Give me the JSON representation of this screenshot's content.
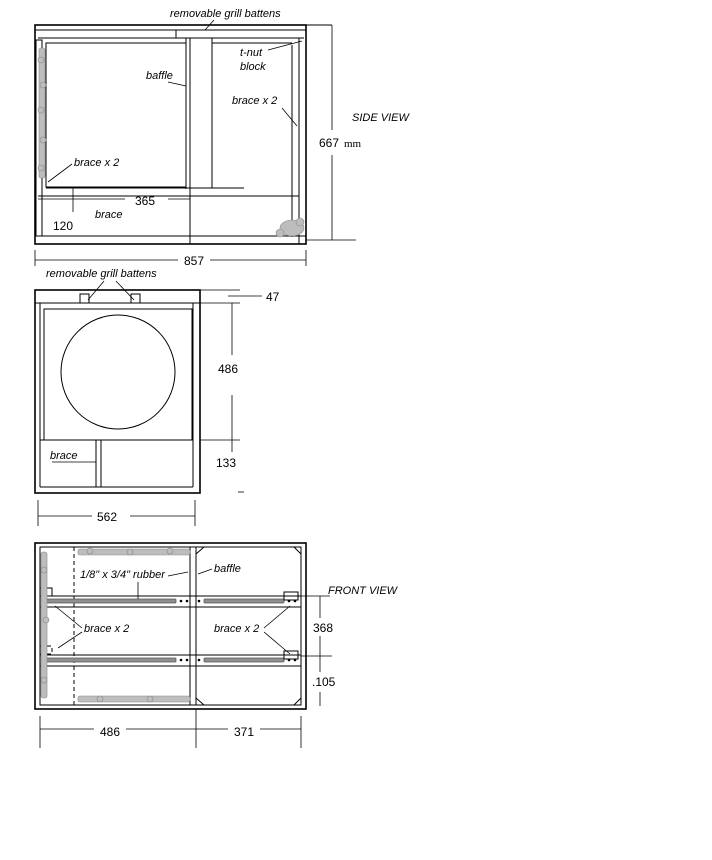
{
  "side_view": {
    "title": "SIDE VIEW",
    "labels": {
      "grill_battens": "removable grill battens",
      "tnut": "t-nut",
      "tnut_block": "block",
      "baffle": "baffle",
      "brace_x2_right": "brace x 2",
      "brace_x2_left": "brace x 2",
      "brace": "brace"
    },
    "dims": {
      "height": "667",
      "height_unit": "mm",
      "depth_365": "365",
      "depth_120": "120",
      "width": "857"
    }
  },
  "top_view": {
    "labels": {
      "grill_battens": "removable grill battens",
      "brace": "brace"
    },
    "dims": {
      "d47": "47",
      "d486": "486",
      "d133": "133",
      "d562": "562"
    }
  },
  "front_view": {
    "title": "FRONT VIEW",
    "labels": {
      "rubber": "1/8\" x 3/4\" rubber",
      "baffle": "baffle",
      "brace_x2_left": "brace x 2",
      "brace_x2_right": "brace x 2"
    },
    "dims": {
      "d368": "368",
      "d105": ".105",
      "d486": "486",
      "d371": "371"
    }
  }
}
